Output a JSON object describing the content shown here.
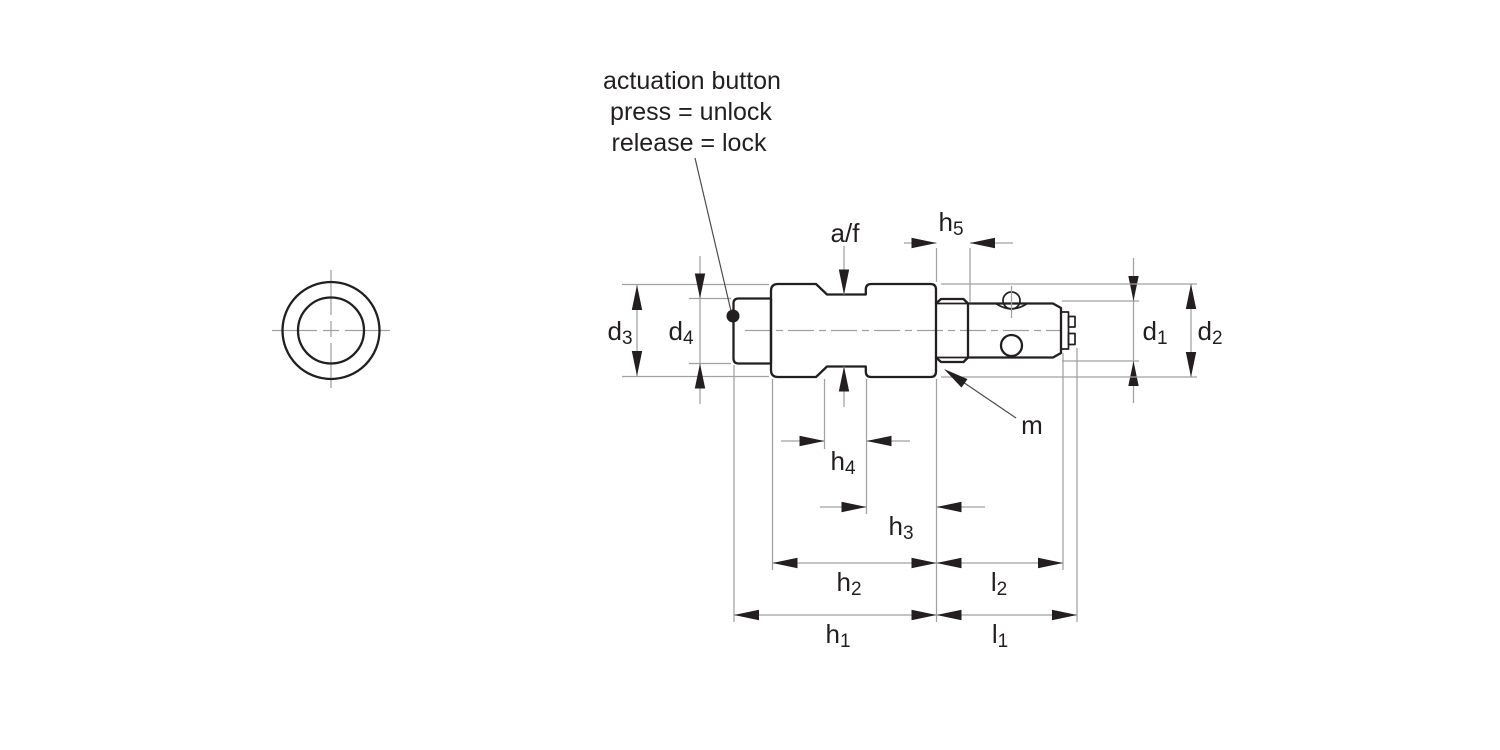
{
  "annotation": {
    "line1": "actuation button",
    "line2": "press = unlock",
    "line3": "release = lock"
  },
  "dimensions": {
    "d1": {
      "base": "d",
      "sub": "1"
    },
    "d2": {
      "base": "d",
      "sub": "2"
    },
    "d3": {
      "base": "d",
      "sub": "3"
    },
    "d4": {
      "base": "d",
      "sub": "4"
    },
    "h1": {
      "base": "h",
      "sub": "1"
    },
    "h2": {
      "base": "h",
      "sub": "2"
    },
    "h3": {
      "base": "h",
      "sub": "3"
    },
    "h4": {
      "base": "h",
      "sub": "4"
    },
    "h5": {
      "base": "h",
      "sub": "5"
    },
    "l1": {
      "base": "l",
      "sub": "1"
    },
    "l2": {
      "base": "l",
      "sub": "2"
    },
    "af": {
      "base": "a/f",
      "sub": ""
    },
    "m": {
      "base": "m",
      "sub": ""
    }
  },
  "colors": {
    "line": "#231f20",
    "dim_line": "#9fa1a4",
    "background": "#ffffff"
  }
}
